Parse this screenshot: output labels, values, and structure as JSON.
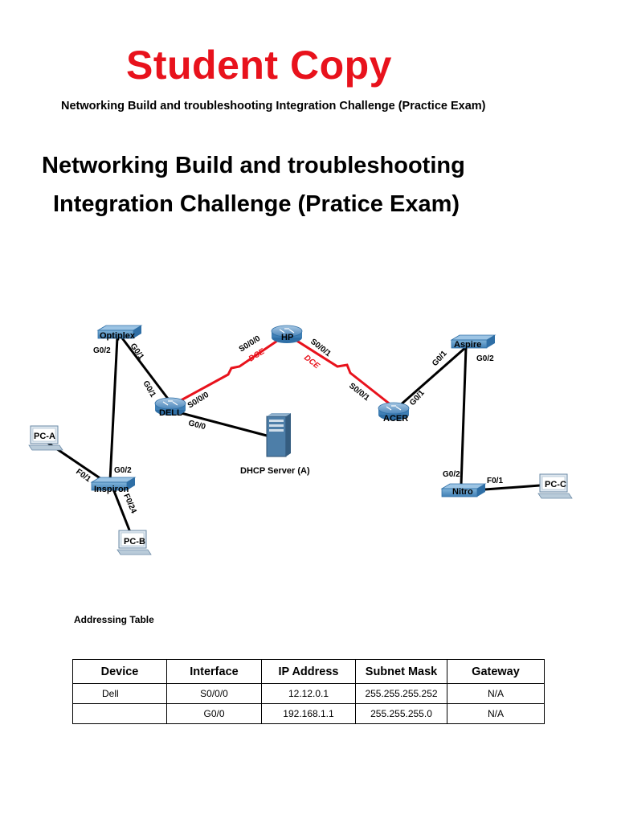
{
  "header": {
    "student_copy": "Student Copy",
    "subtitle": "Networking Build and troubleshooting Integration Challenge (Practice Exam)"
  },
  "title": {
    "line1": "Networking Build and troubleshooting",
    "line2": "Integration Challenge (Pratice Exam)"
  },
  "topology": {
    "devices": {
      "optiplex": "Optiplex",
      "hp": "HP",
      "aspire": "Aspire",
      "dell": "DELL",
      "acer": "ACER",
      "pc_a": "PC-A",
      "inspiron": "Inspiron",
      "pc_b": "PC-B",
      "dhcp": "DHCP Server (A)",
      "nitro": "Nitro",
      "pc_c": "PC-C"
    },
    "ports": {
      "optiplex_g02": "G0/2",
      "optiplex_g01": "G0/1",
      "dell_g01": "G0/1",
      "dell_s000": "S0/0/0",
      "dell_g00": "G0/0",
      "hp_s000": "S0/0/0",
      "hp_s001": "S0/0/1",
      "acer_s001": "S0/0/1",
      "acer_g01": "G0/1",
      "aspire_g01": "G0/1",
      "aspire_g02": "G0/2",
      "inspiron_g02": "G0/2",
      "inspiron_f01": "F0/1",
      "inspiron_f024": "F0/24",
      "nitro_g02": "G0/2",
      "nitro_f01": "F0/1"
    },
    "dce_left": "DCE",
    "dce_right": "DCE",
    "colors": {
      "serial_link": "#e8121c",
      "ethernet_link": "#000000",
      "device_blue": "#2f6fa6"
    }
  },
  "addressing": {
    "caption": "Addressing Table",
    "headers": [
      "Device",
      "Interface",
      "IP Address",
      "Subnet Mask",
      "Gateway"
    ],
    "rows": [
      [
        "Dell",
        "S0/0/0",
        "12.12.0.1",
        "255.255.255.252",
        "N/A"
      ],
      [
        "",
        "G0/0",
        "192.168.1.1",
        "255.255.255.0",
        "N/A"
      ]
    ]
  }
}
